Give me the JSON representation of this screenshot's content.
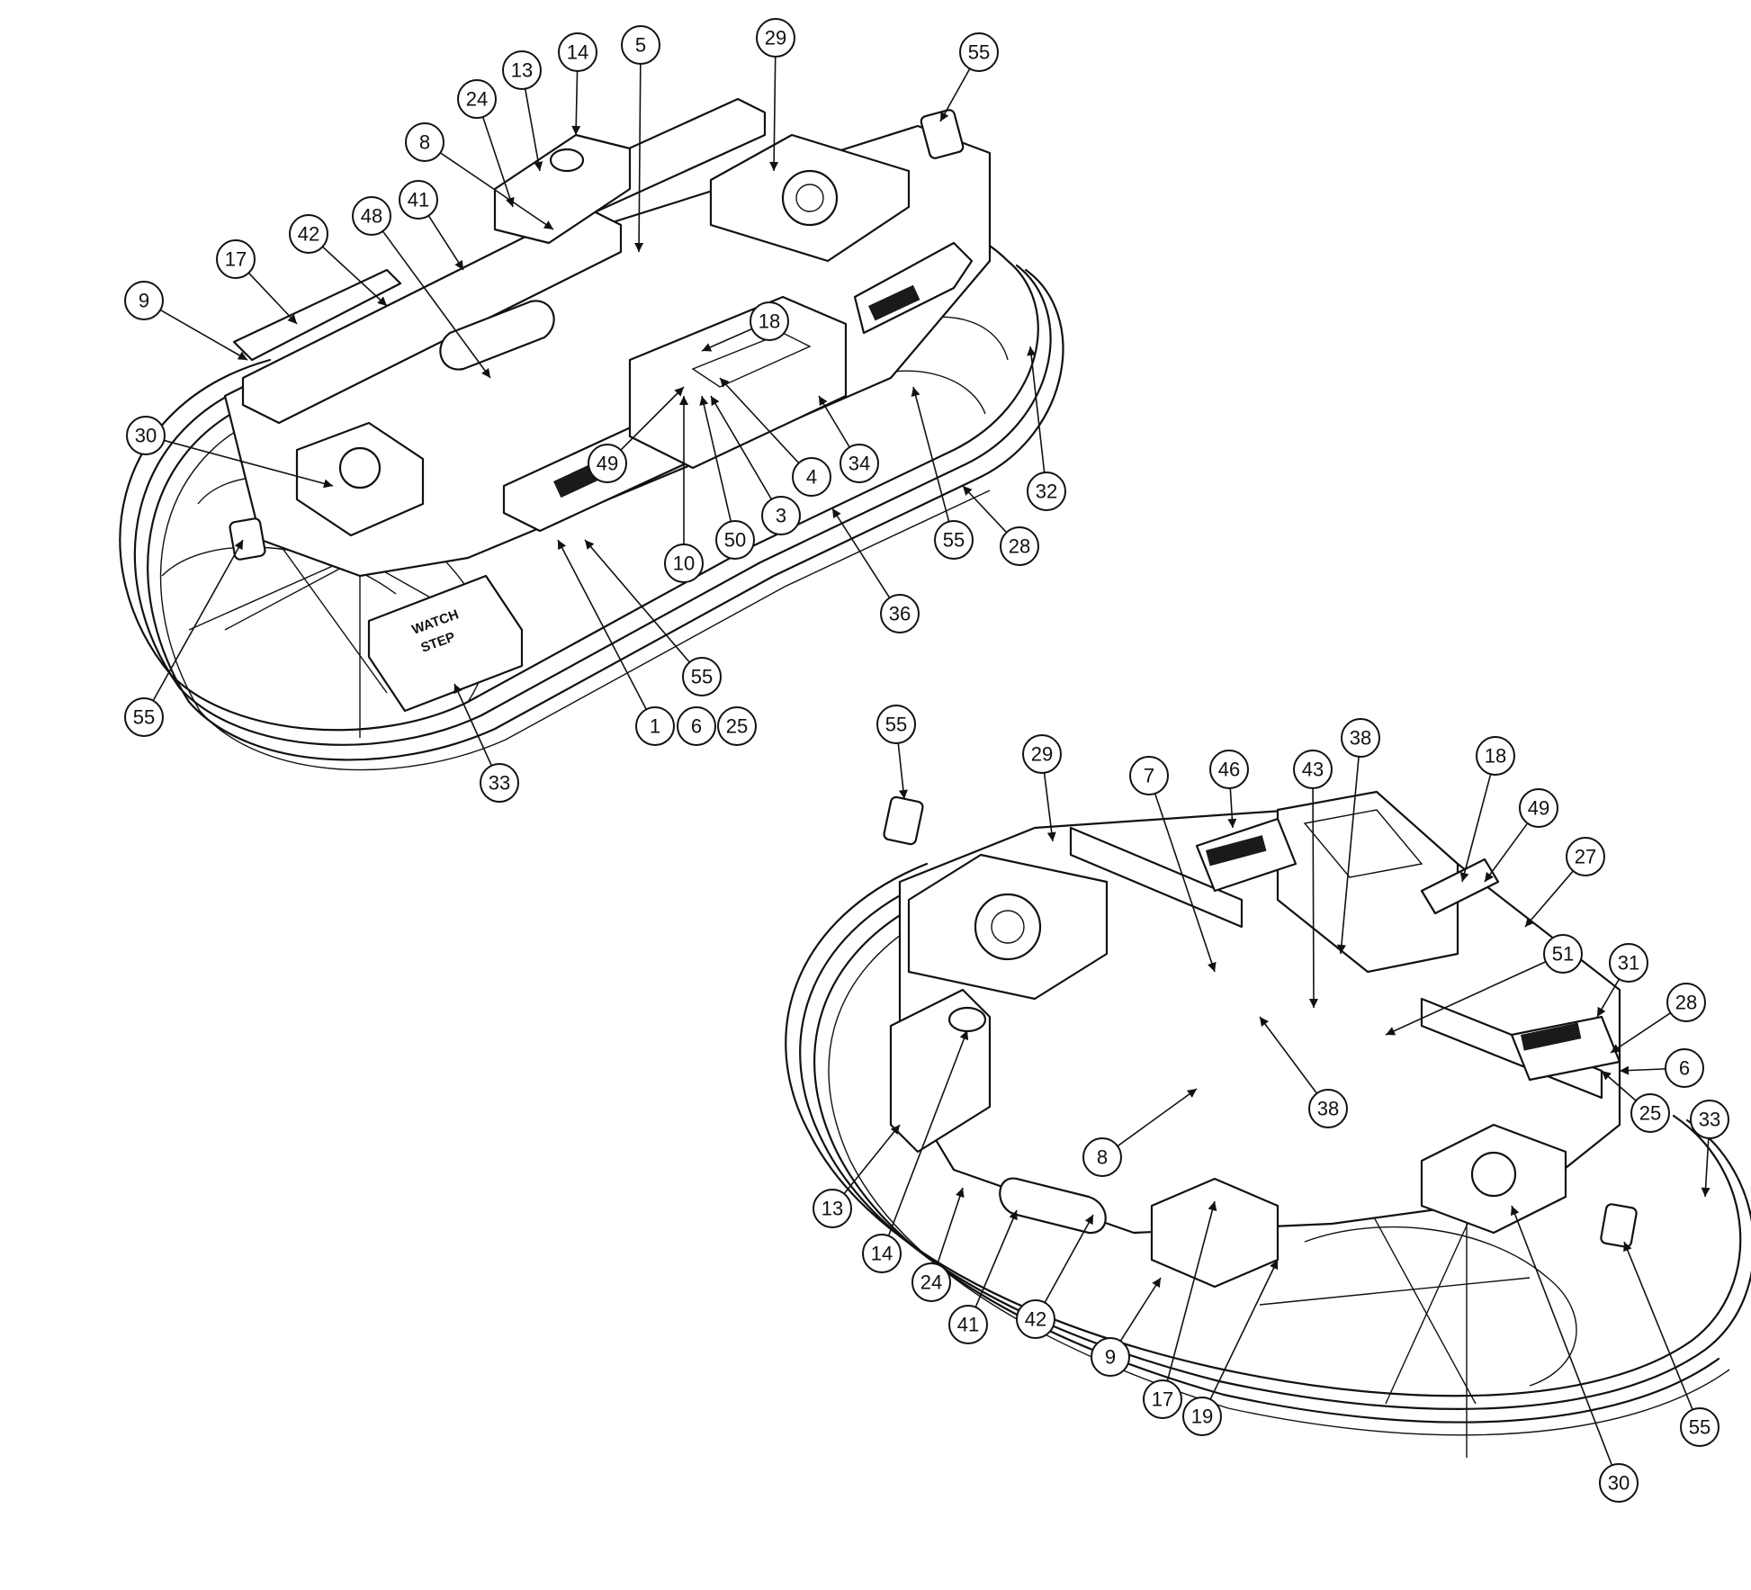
{
  "colors": {
    "line": "#111111",
    "background": "#ffffff"
  },
  "views": [
    {
      "name": "upper-left-view",
      "decal": {
        "line1": "WATCH",
        "line2": "STEP"
      },
      "callouts": [
        "14",
        "5",
        "29",
        "55",
        "13",
        "24",
        "8",
        "41",
        "48",
        "42",
        "17",
        "9",
        "18",
        "30",
        "49",
        "10",
        "50",
        "3",
        "4",
        "34",
        "55",
        "28",
        "32",
        "36",
        "55",
        "1",
        "6",
        "25",
        "33",
        "55"
      ]
    },
    {
      "name": "lower-right-view",
      "callouts": [
        "55",
        "29",
        "7",
        "46",
        "43",
        "38",
        "18",
        "49",
        "27",
        "51",
        "31",
        "28",
        "6",
        "25",
        "33",
        "38",
        "8",
        "13",
        "14",
        "24",
        "41",
        "42",
        "9",
        "17",
        "19",
        "30",
        "55"
      ]
    }
  ]
}
